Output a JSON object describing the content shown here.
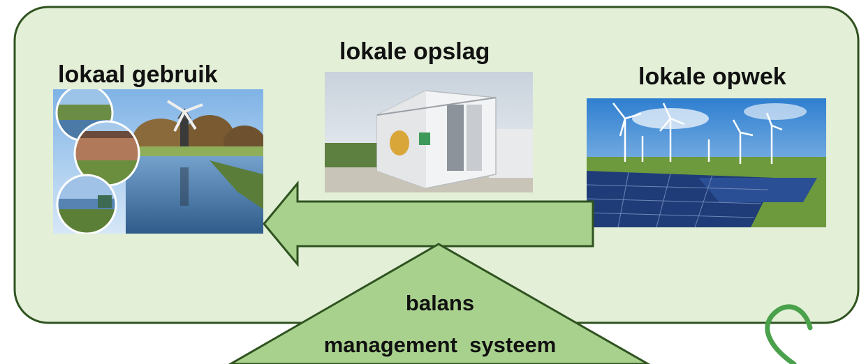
{
  "diagram": {
    "colors": {
      "panel_fill": "#e3efd7",
      "panel_stroke": "#2f5320",
      "arrow_fill": "#a9d18e",
      "triangle_fill": "#a9d18e",
      "leaf_stroke": "#4aa14b"
    },
    "blocks": {
      "usage": {
        "label": "lokaal gebruik",
        "icon": "village-canal-windmill-photo"
      },
      "storage": {
        "label": "lokale opslag",
        "icon": "battery-container-photo"
      },
      "generation": {
        "label": "lokale opwek",
        "icon": "wind-turbines-solar-panels-photo"
      }
    },
    "flow_arrow": {
      "direction": "left",
      "from": "lokale opwek",
      "to": "lokaal gebruik"
    },
    "triangle": {
      "line1": "balans",
      "line2": "management  systeem"
    },
    "corner_icon": "leaf-icon"
  }
}
